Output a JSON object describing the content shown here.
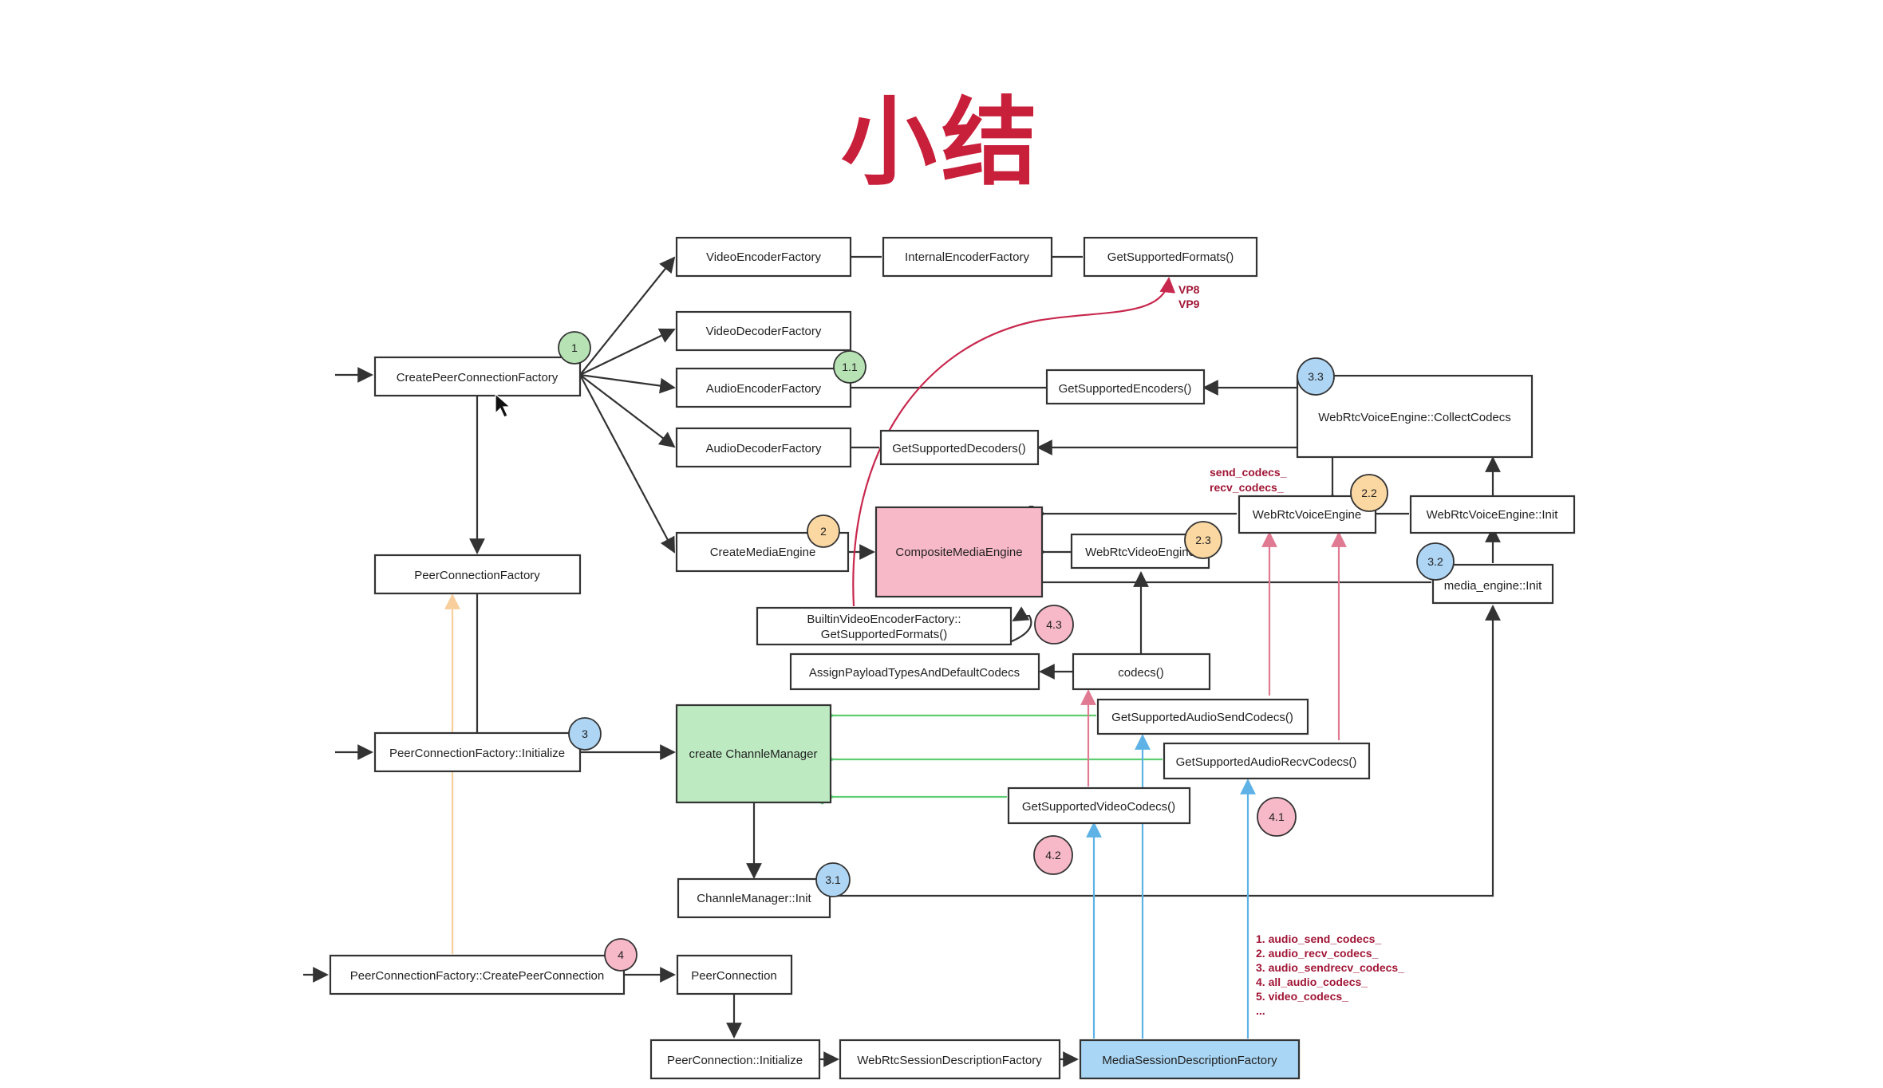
{
  "title": "小结",
  "colors": {
    "title": "#c81f3a",
    "pink_fill": "#f7b8c8",
    "green_fill": "#bdeac1",
    "blue_fill": "#a9d6f5",
    "badge_green": "#b6e2b4",
    "badge_orange": "#fbd7a2",
    "badge_blue": "#aed5f4",
    "badge_pink": "#f7b8c8",
    "red_line": "#c8284e",
    "pink_line": "#e07a93",
    "blue_line": "#5eb2e6",
    "green_line": "#5fce72",
    "peach_line": "#f8cf9c"
  },
  "nodes": {
    "video_encoder_factory": "VideoEncoderFactory",
    "internal_encoder_factory": "InternalEncoderFactory",
    "get_supported_formats": "GetSupportedFormats()",
    "video_decoder_factory": "VideoDecoderFactory",
    "create_peer_connection_factory": "CreatePeerConnectionFactory",
    "audio_encoder_factory": "AudioEncoderFactory",
    "get_supported_encoders": "GetSupportedEncoders()",
    "webrtc_voice_engine_collect_codecs": "WebRtcVoiceEngine::CollectCodecs",
    "audio_decoder_factory": "AudioDecoderFactory",
    "get_supported_decoders": "GetSupportedDecoders()",
    "webrtc_voice_engine": "WebRtcVoiceEngine",
    "webrtc_voice_engine_init": "WebRtcVoiceEngine::Init",
    "create_media_engine": "CreateMediaEngine",
    "composite_media_engine": "CompositeMediaEngine",
    "webrtc_video_engine": "WebRtcVideoEngine",
    "peer_connection_factory": "PeerConnectionFactory",
    "media_engine_init": "media_engine::Init",
    "builtin_video_encoder_factory_line1": "BuiltinVideoEncoderFactory::",
    "builtin_video_encoder_factory_line2": "GetSupportedFormats()",
    "assign_payload_types": "AssignPayloadTypesAndDefaultCodecs",
    "codecs": "codecs()",
    "get_supported_audio_send_codecs": "GetSupportedAudioSendCodecs()",
    "peer_connection_factory_initialize": "PeerConnectionFactory::Initialize",
    "create_channel_manager": "create ChannleManager",
    "get_supported_audio_recv_codecs": "GetSupportedAudioRecvCodecs()",
    "get_supported_video_codecs": "GetSupportedVideoCodecs()",
    "channel_manager_init": "ChannleManager::Init",
    "peer_connection_factory_create_peer_connection": "PeerConnectionFactory::CreatePeerConnection",
    "peer_connection": "PeerConnection",
    "peer_connection_initialize": "PeerConnection::Initialize",
    "webrtc_session_description_factory": "WebRtcSessionDescriptionFactory",
    "media_session_description_factory": "MediaSessionDescriptionFactory"
  },
  "badges": {
    "b1": "1",
    "b1_1": "1.1",
    "b2": "2",
    "b2_2": "2.2",
    "b2_3": "2.3",
    "b3": "3",
    "b3_1": "3.1",
    "b3_2": "3.2",
    "b3_3": "3.3",
    "b4": "4",
    "b4_1": "4.1",
    "b4_2": "4.2",
    "b4_3": "4.3"
  },
  "notes": {
    "vp8": "VP8",
    "vp9": "VP9",
    "send_codecs": "send_codecs_",
    "recv_codecs": "recv_codecs_",
    "codec_list": [
      "1. audio_send_codecs_",
      "2. audio_recv_codecs_",
      "3. audio_sendrecv_codecs_",
      "4. all_audio_codecs_",
      "5. video_codecs_",
      "..."
    ]
  }
}
